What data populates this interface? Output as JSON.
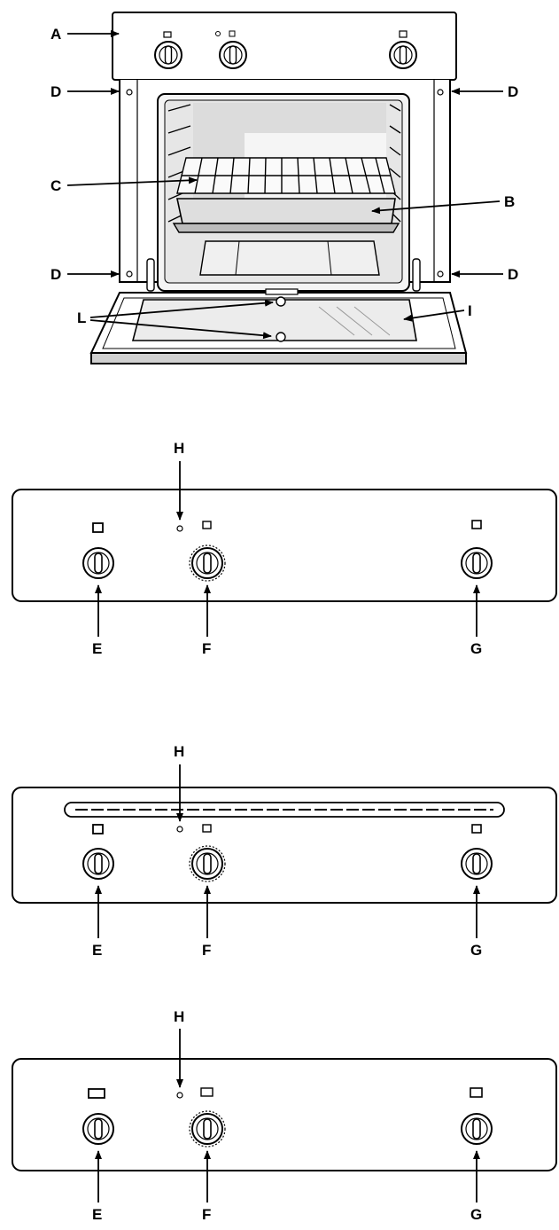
{
  "oven_view": {
    "labels": {
      "A": "A",
      "B": "B",
      "C": "C",
      "D1": "D",
      "D2": "D",
      "D3": "D",
      "D4": "D",
      "L": "L",
      "I": "I"
    }
  },
  "panels": [
    {
      "label_h": "H",
      "label_e": "E",
      "label_f": "F",
      "label_g": "G",
      "variant": "plain"
    },
    {
      "label_h": "H",
      "label_e": "E",
      "label_f": "F",
      "label_g": "G",
      "variant": "slot"
    },
    {
      "label_h": "H",
      "label_e": "E",
      "label_f": "F",
      "label_g": "G",
      "variant": "plain-alt"
    }
  ]
}
